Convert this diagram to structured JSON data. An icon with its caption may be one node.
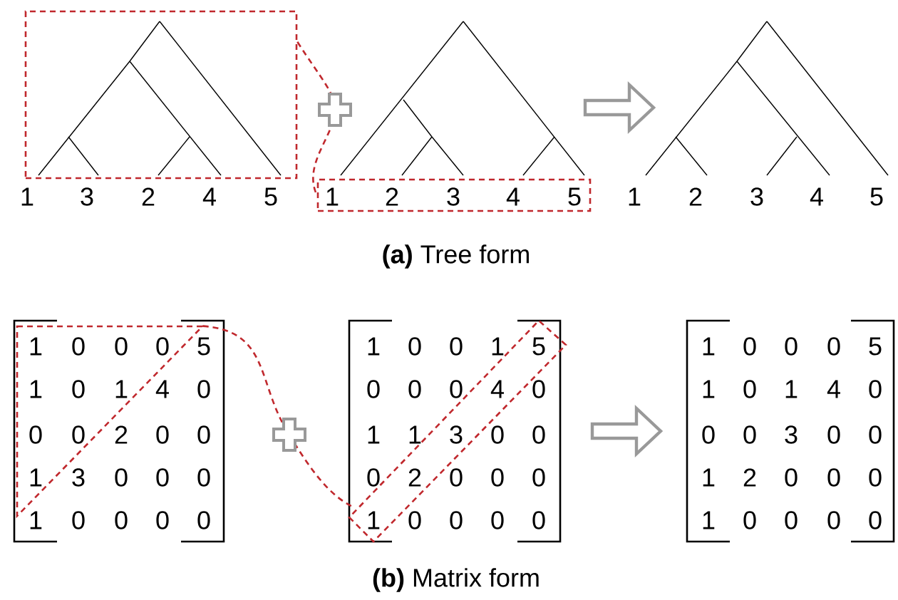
{
  "diagram": {
    "nodes": [
      {
        "text": [],
        "shape": "box"
      },
      {
        "text": [],
        "shape": "picture"
      },
      {
        "text": [],
        "shape": "box"
      },
      {
        "text": [],
        "shape": "picture"
      },
      {
        "text": [],
        "shape": "triangle"
      },
      {
        "text": [],
        "shape": "picture"
      },
      {
        "text": [],
        "shape": "band",
        "in": 5
      },
      {
        "text": [],
        "shape": "picture"
      }
    ],
    "edges": [
      {
        "from": 0,
        "to": 2,
        "arrow": "none",
        "style": "dashed",
        "color": "#c0282d"
      },
      {
        "from": 1,
        "to": 3,
        "arrow": "to",
        "style": "thick",
        "color": "#999999"
      },
      {
        "from": 4,
        "to": 6,
        "arrow": "none",
        "style": "dashed",
        "color": "#c0282d"
      },
      {
        "from": 5,
        "to": 7,
        "arrow": "to",
        "style": "thick",
        "color": "#999999"
      }
    ],
    "labels": [
      "1",
      "3",
      "2",
      "4",
      "5",
      "1",
      "2",
      "3",
      "4",
      "5",
      "1",
      "2",
      "3",
      "4",
      "5",
      "**(a)** Tree form",
      "1",
      "0",
      "0",
      "0",
      "5",
      "1",
      "0",
      "1",
      "4",
      "0",
      "0",
      "0",
      "2",
      "0",
      "0",
      "1",
      "3",
      "0",
      "0",
      "0",
      "1",
      "0",
      "0",
      "0",
      "0",
      "1",
      "0",
      "0",
      "1",
      "5",
      "0",
      "0",
      "0",
      "4",
      "0",
      "1",
      "1",
      "3",
      "0",
      "0",
      "0",
      "2",
      "0",
      "0",
      "0",
      "1",
      "0",
      "0",
      "0",
      "0",
      "1",
      "0",
      "0",
      "0",
      "5",
      "1",
      "0",
      "1",
      "4",
      "0",
      "0",
      "0",
      "3",
      "0",
      "0",
      "1",
      "2",
      "0",
      "0",
      "0",
      "1",
      "0",
      "0",
      "0",
      "0",
      "**(b)** Matrix form"
    ]
  }
}
